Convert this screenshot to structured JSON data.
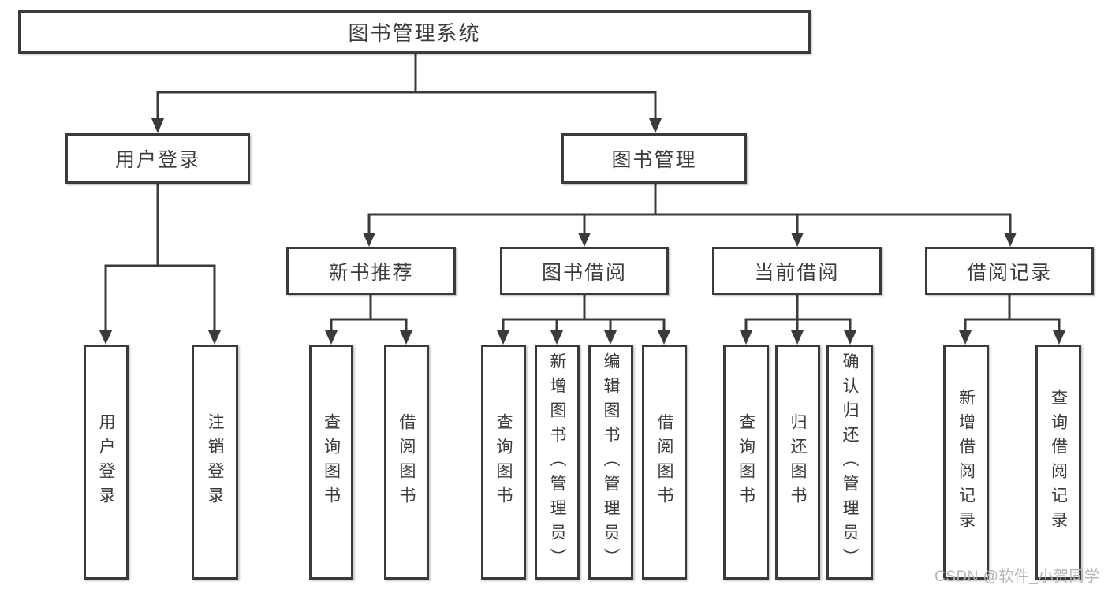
{
  "colors": {
    "line": "#3a3a3a",
    "text": "#3c3c3c",
    "box_bg": "#ffffff",
    "page_bg": "#ffffff",
    "watermark": "#b5b5b5"
  },
  "root": {
    "label": "图书管理系统"
  },
  "branches": [
    {
      "label": "用户登录",
      "children": [
        {
          "label": "用户登录"
        },
        {
          "label": "注销登录"
        }
      ]
    },
    {
      "label": "图书管理",
      "children": [
        {
          "label": "新书推荐",
          "children": [
            {
              "label": "查询图书"
            },
            {
              "label": "借阅图书"
            }
          ]
        },
        {
          "label": "图书借阅",
          "children": [
            {
              "label": "查询图书"
            },
            {
              "label": "新增图书（管理员）"
            },
            {
              "label": "编辑图书（管理员）"
            },
            {
              "label": "借阅图书"
            }
          ]
        },
        {
          "label": "当前借阅",
          "children": [
            {
              "label": "查询图书"
            },
            {
              "label": "归还图书"
            },
            {
              "label": "确认归还（管理员）"
            }
          ]
        },
        {
          "label": "借阅记录",
          "children": [
            {
              "label": "新增借阅记录"
            },
            {
              "label": "查询借阅记录"
            }
          ]
        }
      ]
    }
  ],
  "watermark": {
    "text": "CSDN @软件_小贺同学"
  }
}
